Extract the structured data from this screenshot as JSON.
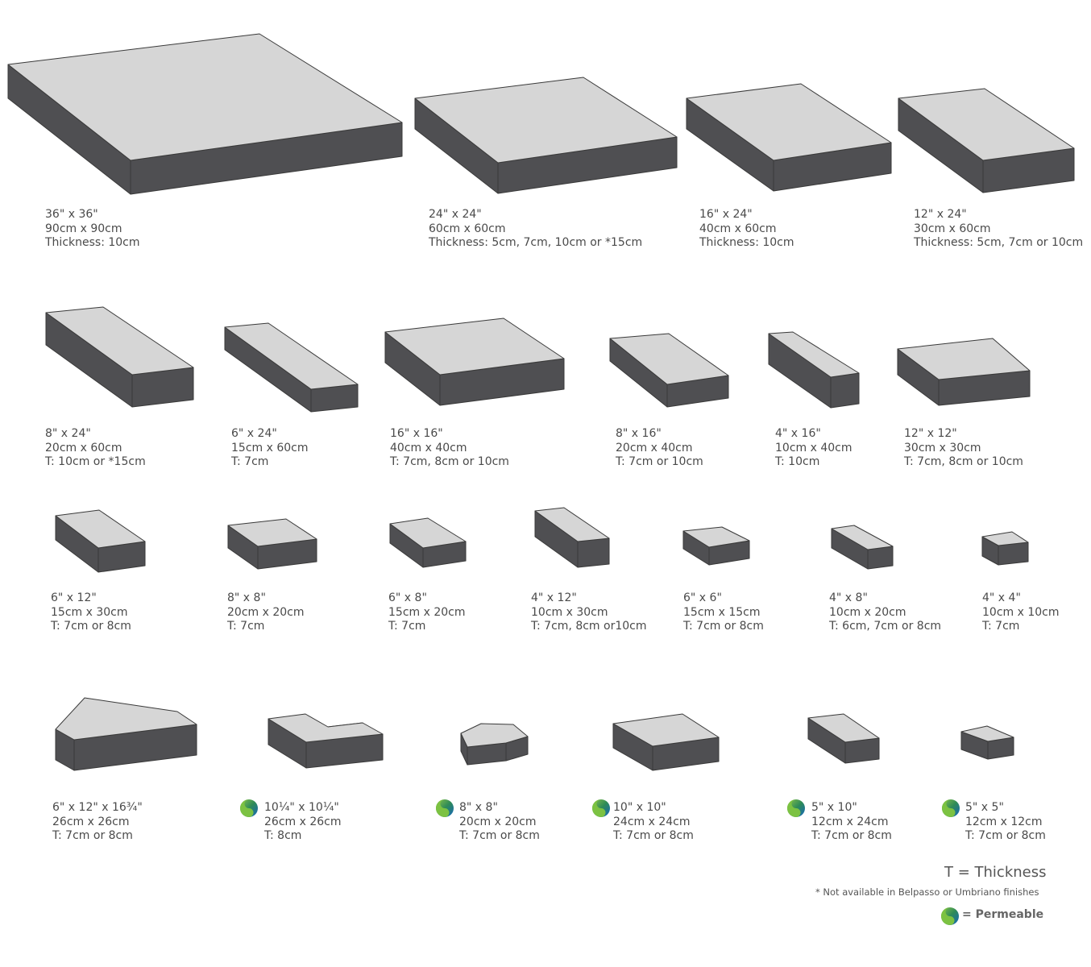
{
  "colors": {
    "top": "#d6d6d6",
    "side": "#4f4f52",
    "edge": "#3a3a3a"
  },
  "pavers": [
    {
      "id": "p01",
      "size": "36\" x 36\"",
      "metric": "90cm x 90cm",
      "thickness": "Thickness: 10cm"
    },
    {
      "id": "p02",
      "size": "24\" x 24\"",
      "metric": "60cm x 60cm",
      "thickness": "Thickness: 5cm, 7cm, 10cm or *15cm"
    },
    {
      "id": "p03",
      "size": "16\" x 24\"",
      "metric": "40cm x 60cm",
      "thickness": "Thickness: 10cm"
    },
    {
      "id": "p04",
      "size": "12\" x 24\"",
      "metric": "30cm x 60cm",
      "thickness": "Thickness: 5cm, 7cm or 10cm"
    },
    {
      "id": "p05",
      "size": "8\" x 24\"",
      "metric": "20cm x 60cm",
      "thickness": "T: 10cm or *15cm"
    },
    {
      "id": "p06",
      "size": "6\" x 24\"",
      "metric": "15cm x 60cm",
      "thickness": "T: 7cm"
    },
    {
      "id": "p07",
      "size": "16\" x 16\"",
      "metric": "40cm x 40cm",
      "thickness": "T: 7cm, 8cm or 10cm"
    },
    {
      "id": "p08",
      "size": "8\" x 16\"",
      "metric": "20cm x 40cm",
      "thickness": "T: 7cm or 10cm"
    },
    {
      "id": "p09",
      "size": "4\" x 16\"",
      "metric": "10cm x 40cm",
      "thickness": "T: 10cm"
    },
    {
      "id": "p10",
      "size": "12\" x 12\"",
      "metric": "30cm x 30cm",
      "thickness": "T: 7cm, 8cm or 10cm"
    },
    {
      "id": "p11",
      "size": "6\" x 12\"",
      "metric": "15cm x 30cm",
      "thickness": "T: 7cm or 8cm"
    },
    {
      "id": "p12",
      "size": "8\" x 8\"",
      "metric": "20cm x 20cm",
      "thickness": "T: 7cm"
    },
    {
      "id": "p13",
      "size": "6\" x 8\"",
      "metric": "15cm x 20cm",
      "thickness": "T: 7cm"
    },
    {
      "id": "p14",
      "size": "4\" x 12\"",
      "metric": "10cm x 30cm",
      "thickness": "T: 7cm, 8cm or10cm"
    },
    {
      "id": "p15",
      "size": "6\" x 6\"",
      "metric": "15cm x 15cm",
      "thickness": "T: 7cm or 8cm"
    },
    {
      "id": "p16",
      "size": "4\" x 8\"",
      "metric": "10cm x 20cm",
      "thickness": "T: 6cm, 7cm or 8cm"
    },
    {
      "id": "p17",
      "size": "4\" x 4\"",
      "metric": "10cm x 10cm",
      "thickness": "T: 7cm"
    },
    {
      "id": "p18",
      "size": "6\" x 12\" x 16¾\"",
      "metric": "26cm x 26cm",
      "thickness": "T: 7cm or 8cm",
      "permeable": false
    },
    {
      "id": "p19",
      "size": "10¼\" x 10¼\"",
      "metric": "26cm x 26cm",
      "thickness": "T: 8cm",
      "permeable": true
    },
    {
      "id": "p20",
      "size": "8\" x 8\"",
      "metric": "20cm x 20cm",
      "thickness": "T: 7cm or 8cm",
      "permeable": true
    },
    {
      "id": "p21",
      "size": "10\" x 10\"",
      "metric": "24cm x 24cm",
      "thickness": "T: 7cm or 8cm",
      "permeable": true
    },
    {
      "id": "p22",
      "size": "5\" x 10\"",
      "metric": "12cm x 24cm",
      "thickness": "T: 7cm or 8cm",
      "permeable": true
    },
    {
      "id": "p23",
      "size": "5\" x 5\"",
      "metric": "12cm x 12cm",
      "thickness": "T: 7cm or 8cm",
      "permeable": true
    }
  ],
  "legend": {
    "thickness": "T = Thickness",
    "note": "* Not available in Belpasso or Umbriano finishes",
    "permeable": "= Permeable"
  }
}
